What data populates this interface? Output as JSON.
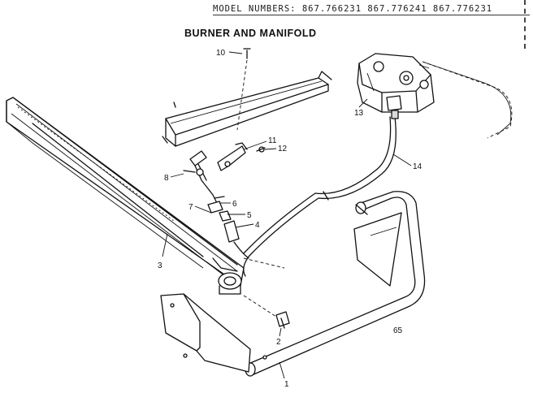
{
  "header": {
    "model_numbers": "MODEL NUMBERS: 867.766231 867.776241 867.776231",
    "title": "BURNER AND MANIFOLD"
  },
  "callouts": {
    "c1": "1",
    "c2": "2",
    "c3": "3",
    "c4": "4",
    "c5": "5",
    "c6": "6",
    "c7": "7",
    "c8": "8",
    "c10": "10",
    "c11": "11",
    "c12": "12",
    "c13": "13",
    "c14": "14",
    "c65": "65"
  }
}
